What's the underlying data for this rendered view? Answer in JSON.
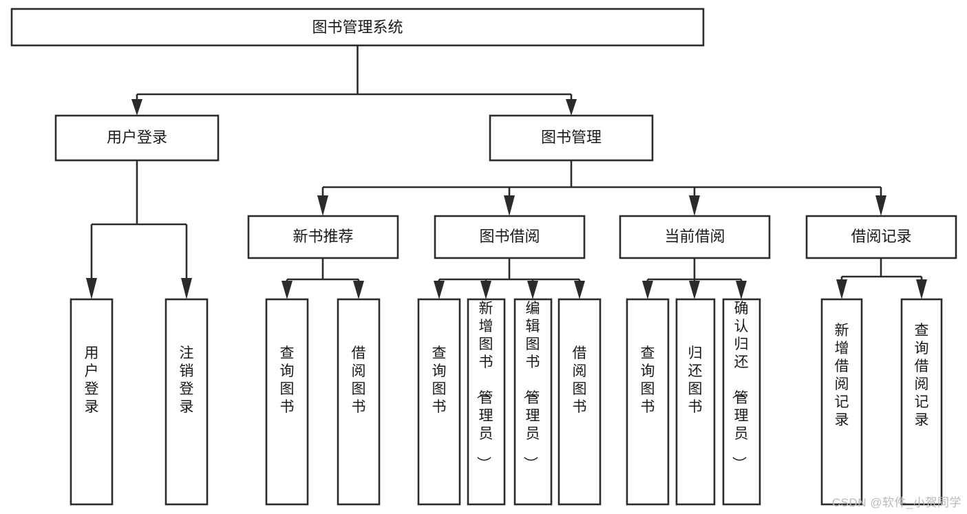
{
  "diagram": {
    "type": "tree-hierarchy",
    "title": "图书管理系统",
    "watermark": "CSDN @软件_小贺同学",
    "colors": {
      "stroke": "#2b2b2b",
      "fill": "#ffffff",
      "text": "#1a1a1a",
      "watermark": "#b9b9b9"
    },
    "levels": {
      "root": {
        "label": "图书管理系统",
        "orientation": "horizontal"
      },
      "level2": [
        {
          "id": "user-login",
          "label": "用户登录",
          "orientation": "horizontal"
        },
        {
          "id": "book-manage",
          "label": "图书管理",
          "orientation": "horizontal"
        }
      ],
      "level3": [
        {
          "id": "new-book-recommend",
          "label": "新书推荐",
          "orientation": "horizontal",
          "parent": "book-manage"
        },
        {
          "id": "book-borrow",
          "label": "图书借阅",
          "orientation": "horizontal",
          "parent": "book-manage"
        },
        {
          "id": "current-borrow",
          "label": "当前借阅",
          "orientation": "horizontal",
          "parent": "book-manage"
        },
        {
          "id": "borrow-record",
          "label": "借阅记录",
          "orientation": "horizontal",
          "parent": "book-manage"
        }
      ],
      "leaves": [
        {
          "id": "leaf-user-login",
          "label": "用户登录",
          "orientation": "vertical",
          "parent": "user-login"
        },
        {
          "id": "leaf-user-logout",
          "label": "注销登录",
          "orientation": "vertical",
          "parent": "user-login"
        },
        {
          "id": "leaf-query-book-1",
          "label": "查询图书",
          "orientation": "vertical",
          "parent": "new-book-recommend"
        },
        {
          "id": "leaf-borrow-book-1",
          "label": "借阅图书",
          "orientation": "vertical",
          "parent": "new-book-recommend"
        },
        {
          "id": "leaf-query-book-2",
          "label": "查询图书",
          "orientation": "vertical",
          "parent": "book-borrow"
        },
        {
          "id": "leaf-add-book",
          "label": "新增图书（管理员）",
          "orientation": "vertical",
          "parent": "book-borrow"
        },
        {
          "id": "leaf-edit-book",
          "label": "编辑图书（管理员）",
          "orientation": "vertical",
          "parent": "book-borrow"
        },
        {
          "id": "leaf-borrow-book-2",
          "label": "借阅图书",
          "orientation": "vertical",
          "parent": "book-borrow"
        },
        {
          "id": "leaf-query-book-3",
          "label": "查询图书",
          "orientation": "vertical",
          "parent": "current-borrow"
        },
        {
          "id": "leaf-return-book",
          "label": "归还图书",
          "orientation": "vertical",
          "parent": "current-borrow"
        },
        {
          "id": "leaf-confirm-return",
          "label": "确认归还（管理员）",
          "orientation": "vertical",
          "parent": "current-borrow"
        },
        {
          "id": "leaf-add-record",
          "label": "新增借阅记录",
          "orientation": "vertical",
          "parent": "borrow-record"
        },
        {
          "id": "leaf-query-record",
          "label": "查询借阅记录",
          "orientation": "vertical",
          "parent": "borrow-record"
        }
      ]
    }
  }
}
